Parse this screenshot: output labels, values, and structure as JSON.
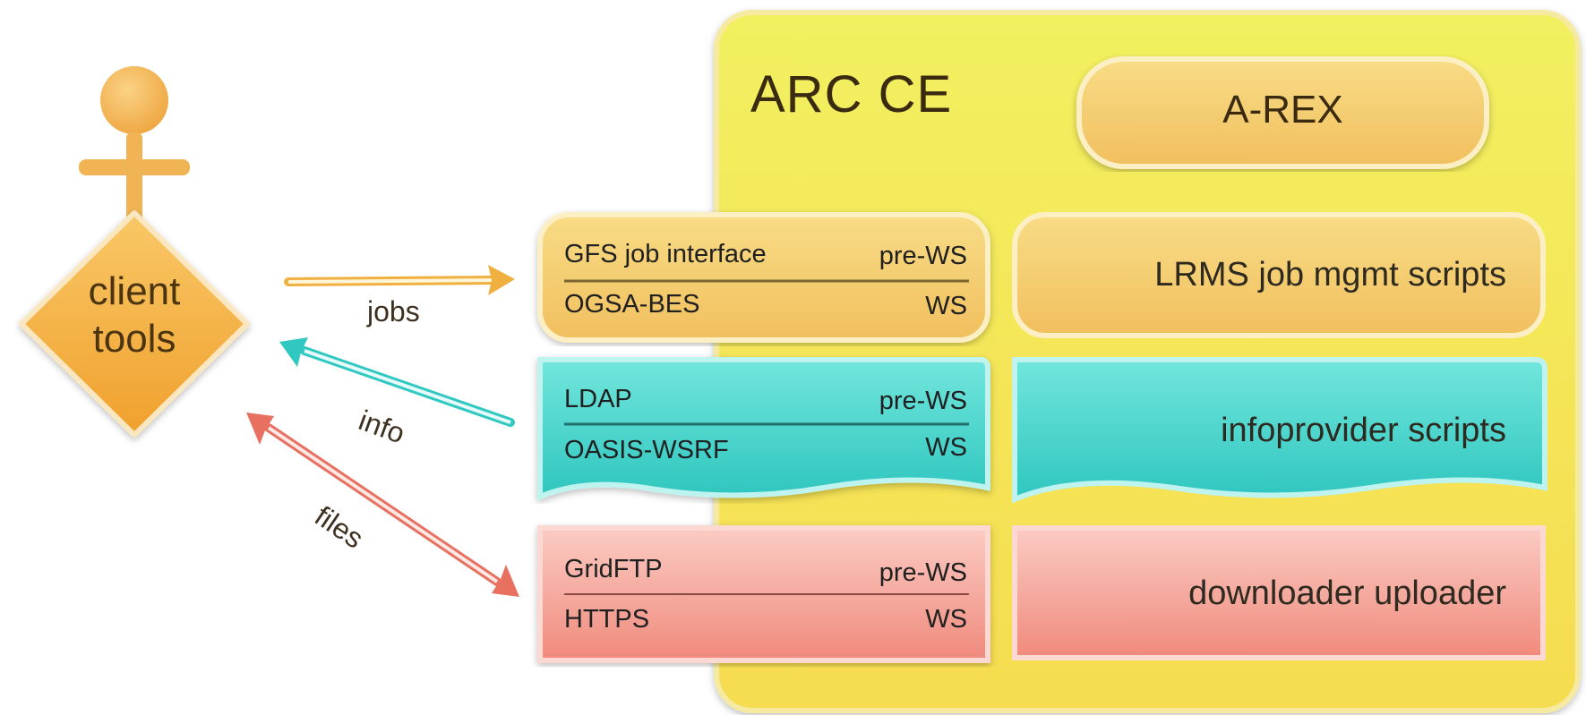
{
  "ce": {
    "title": "ARC CE",
    "arex": "A-REX",
    "lrms": "LRMS job mgmt scripts",
    "infoprovider": "infoprovider scripts",
    "downloader": "downloader uploader"
  },
  "interfaces": {
    "jobs": {
      "row1": "GFS job interface",
      "row1_tag": "pre-WS",
      "row2": "OGSA-BES",
      "row2_tag": "WS"
    },
    "info": {
      "row1": "LDAP",
      "row1_tag": "pre-WS",
      "row2": "OASIS-WSRF",
      "row2_tag": "WS"
    },
    "files": {
      "row1": "GridFTP",
      "row1_tag": "pre-WS",
      "row2": "HTTPS",
      "row2_tag": "WS"
    }
  },
  "client": {
    "line1": "client",
    "line2": "tools"
  },
  "edges": {
    "jobs": "jobs",
    "info": "info",
    "files": "files"
  },
  "colors": {
    "ce_fill": "#f5e64e",
    "orange": "#f5c060",
    "cyan": "#3ecfc8",
    "salmon": "#f47e72",
    "jobs_arrow": "#f0b040",
    "info_arrow": "#30c8c0",
    "files_arrow": "#e87060"
  }
}
